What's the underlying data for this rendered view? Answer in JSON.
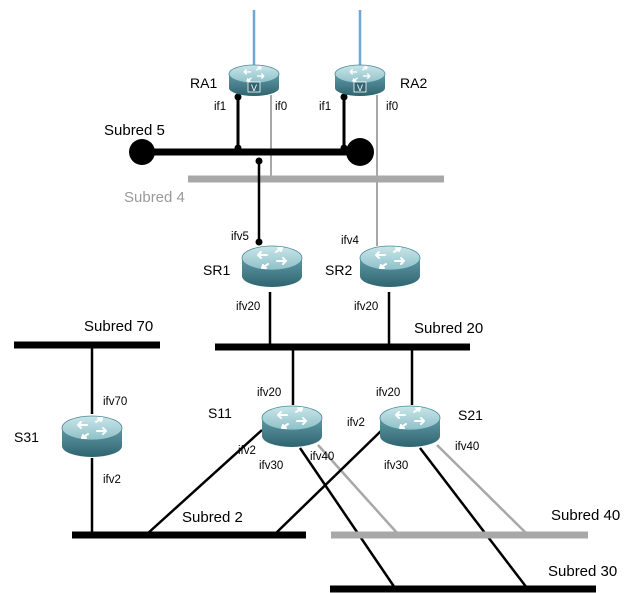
{
  "routers": {
    "ra1": {
      "name": "RA1",
      "badge": "V",
      "if_left": "if1",
      "if_right": "if0"
    },
    "ra2": {
      "name": "RA2",
      "badge": "V",
      "if_left": "if1",
      "if_right": "if0"
    },
    "sr1": {
      "name": "SR1",
      "if_top": "ifv5",
      "if_bottom": "ifv20"
    },
    "sr2": {
      "name": "SR2",
      "if_top": "ifv4",
      "if_bottom": "ifv20"
    },
    "s31": {
      "name": "S31",
      "if_top": "ifv70",
      "if_bottom": "ifv2"
    },
    "s11": {
      "name": "S11",
      "if_top": "ifv20",
      "if_left": "ifv2",
      "if_mid": "ifv30",
      "if_right": "ifv40"
    },
    "s21": {
      "name": "S21",
      "if_top": "ifv20",
      "if_left": "ifv2",
      "if_mid": "ifv30",
      "if_right": "ifv40"
    }
  },
  "subnets": {
    "s5": "Subred 5",
    "s4": "Subred 4",
    "s70": "Subred 70",
    "s20": "Subred 20",
    "s2": "Subred 2",
    "s40": "Subred 40",
    "s30": "Subred 30"
  },
  "colors": {
    "bus_black": "#000000",
    "bus_grey": "#a8a8a8",
    "uplink_blue": "#6fa6d6",
    "router_body": "#4e8a96",
    "router_top": "#a9d1d8"
  },
  "icons": {
    "router": "router-icon",
    "voice_router": "voice-router-icon"
  }
}
